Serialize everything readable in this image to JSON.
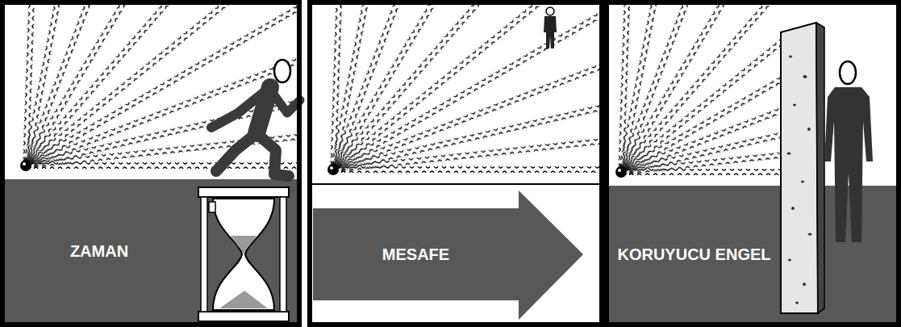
{
  "diagram": {
    "nodes": [
      {
        "text": [
          "ZAMAN"
        ]
      },
      {
        "text": [
          "MESAFE"
        ]
      },
      {
        "text": [
          "KORUYUCU ENGEL"
        ]
      }
    ]
  }
}
